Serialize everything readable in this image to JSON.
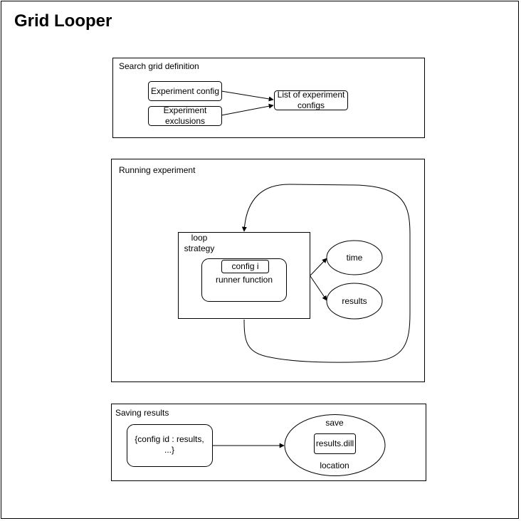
{
  "title": "Grid Looper",
  "sections": {
    "search_grid": {
      "label": "Search grid definition",
      "experiment_config": "Experiment config",
      "experiment_exclusions": "Experiment exclusions",
      "list_of_configs": "List of experiment configs"
    },
    "running": {
      "label": "Running experiment",
      "loop_strategy": "loop strategy",
      "config_i": "config i",
      "runner_function": "runner function",
      "time": "time",
      "results": "results"
    },
    "saving": {
      "label": "Saving results",
      "dict": "{config id : results, ...}",
      "save": "save",
      "results_file": "results.dill",
      "location": "location"
    }
  }
}
